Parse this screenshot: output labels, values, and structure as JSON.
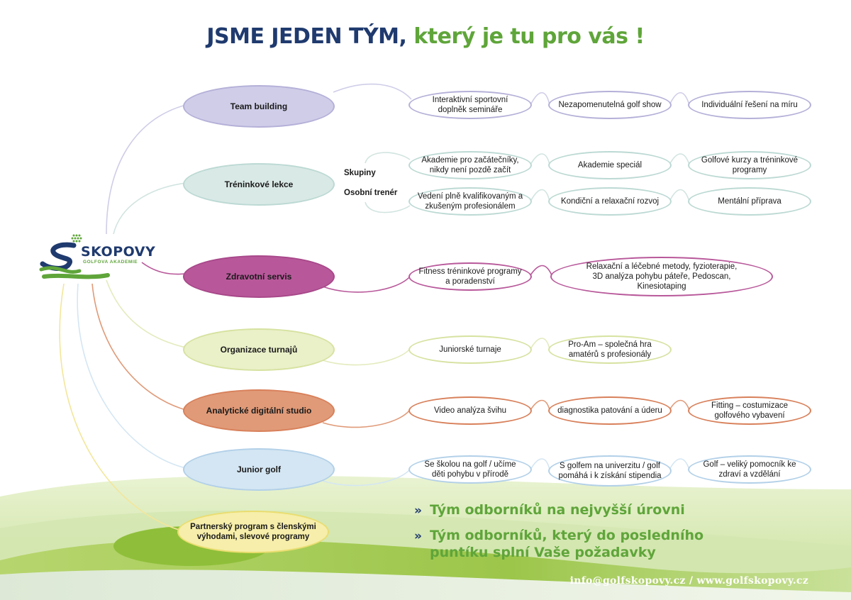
{
  "title": {
    "part1": "JSME JEDEN TÝM,",
    "part2": "který je tu pro vás !"
  },
  "colors": {
    "navy": "#1f3a6e",
    "green": "#5fa53a"
  },
  "logo": {
    "name": "SKOPOVY",
    "tagline": "GOLFOVA AKADEMIE"
  },
  "categories": [
    {
      "label": "Team building",
      "color": "#cfcde8",
      "border": "#b4b0d8"
    },
    {
      "label": "Tréninkové lekce",
      "color": "#d9e9e6",
      "border": "#bcd9d3"
    },
    {
      "label": "Zdravotní servis",
      "color": "#b8589a",
      "border": "#b8589a"
    },
    {
      "label": "Organizace turnajů",
      "color": "#eaf0c8",
      "border": "#d6e2a0"
    },
    {
      "label": "Analytické digitální studio",
      "color": "#e09a78",
      "border": "#d8805a"
    },
    {
      "label": "Junior golf",
      "color": "#d4e6f3",
      "border": "#b2d0e8"
    },
    {
      "label": "Partnerský program s členskými výhodami, slevové programy",
      "color": "#f6eeaa",
      "border": "#eadd70"
    }
  ],
  "sublabels": {
    "groups": "Skupiny",
    "personal": "Osobní trenér"
  },
  "items": {
    "team_building": [
      "Interaktivní sportovní doplněk semináře",
      "Nezapomenutelná golf show",
      "Individuální řešení na míru"
    ],
    "trenink_skupiny": [
      "Akademie pro začátečníky, nikdy není pozdě začít",
      "Akademie speciál",
      "Golfové kurzy a tréninkové programy"
    ],
    "trenink_osobni": [
      "Vedení plně kvalifikovaným a zkušeným profesionálem",
      "Kondiční a relaxační rozvoj",
      "Mentální příprava"
    ],
    "zdravotni": [
      "Fitness tréninkové programy a poradenství",
      "Relaxační a léčebné metody, fyzioterapie, 3D analýza pohybu páteře, Pedoscan, Kinesiotaping"
    ],
    "turnaje": [
      "Juniorské turnaje",
      "Pro-Am – společná hra amatérů s profesionály"
    ],
    "studio": [
      "Video analýza švihu",
      "diagnostika patování a úderu",
      "Fitting – costumizace golfového vybavení"
    ],
    "junior": [
      "Se školou na golf / učíme děti pohybu v přírodě",
      "S golfem na univerzitu / golf pomáhá i k získání stipendia",
      "Golf – veliký pomocník ke zdraví a vzdělání"
    ]
  },
  "bullets": [
    "Tým odborníků na nejvyšší úrovni",
    "Tým odborníků, který do posledního puntíku splní Vaše požadavky"
  ],
  "bullet_marker": "»",
  "footer": "info@golfskopovy.cz / www.golfskopovy.cz"
}
